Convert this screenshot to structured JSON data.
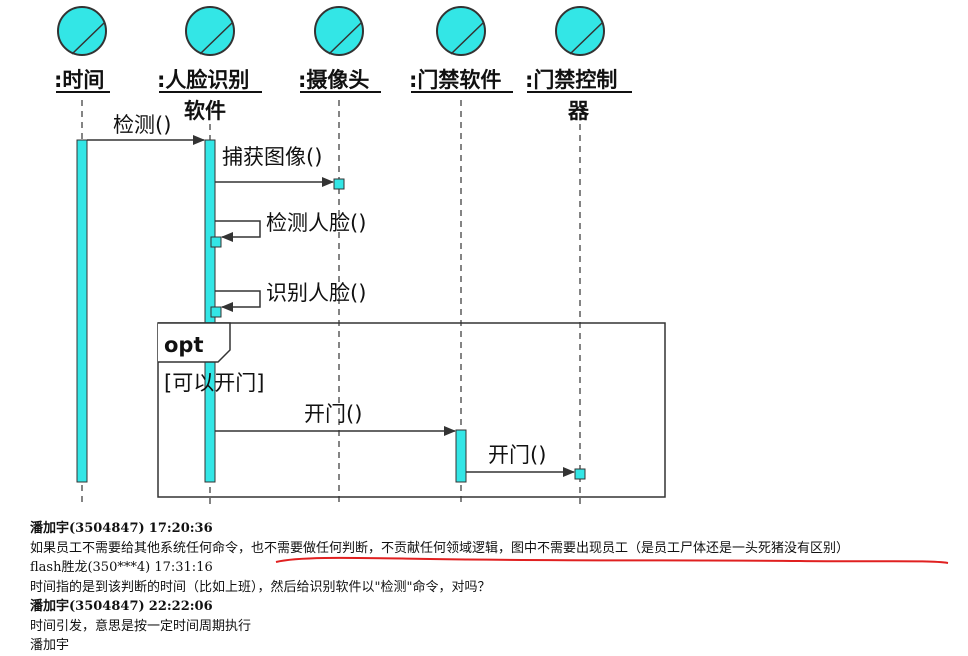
{
  "lifelines": [
    {
      "name": ":时间",
      "cont": ""
    },
    {
      "name": ":人脸识别",
      "cont": "软件"
    },
    {
      "name": ":摄像头",
      "cont": ""
    },
    {
      "name": ":门禁软件",
      "cont": ""
    },
    {
      "name": ":门禁控制",
      "cont": "器"
    }
  ],
  "messages": {
    "detect": "检测()",
    "capture": "捕获图像()",
    "detect_face": "检测人脸()",
    "recognize_face": "识别人脸()",
    "open_door_1": "开门()",
    "open_door_2": "开门()"
  },
  "fragment": {
    "operator": "opt",
    "guard": "[可以开门]"
  },
  "colors": {
    "lifeline_head": "#33e6e6",
    "activation": "#33e6e6",
    "underline": "#e02020"
  },
  "chat": [
    {
      "sender": "潘加宇",
      "id": "(3504847)",
      "time": "17:20:36",
      "sender_bold": true,
      "message_a": "如果员工不需要给其他系统任何命令，",
      "message_b": "也不需要做任何判断，不贡献任何领域逻辑，图中不需要出现员工（是员工尸体还是一头死猪没有区别）"
    },
    {
      "sender": "flash胜龙",
      "id": "(350***4)",
      "time": "17:31:16",
      "sender_bold": false,
      "message_a": "时间指的是到该判断的时间（比如上班），然后给识别软件以\"检测\"命令，对吗？",
      "message_b": ""
    },
    {
      "sender": "潘加宇",
      "id": "(3504847)",
      "time": "22:22:06",
      "sender_bold": true,
      "message_a": "时间引发，意思是按一定时间周期执行",
      "message_b": ""
    },
    {
      "sender": "",
      "id": "",
      "time": "",
      "sender_bold": false,
      "message_a": "潘加宇",
      "message_b": ""
    }
  ]
}
